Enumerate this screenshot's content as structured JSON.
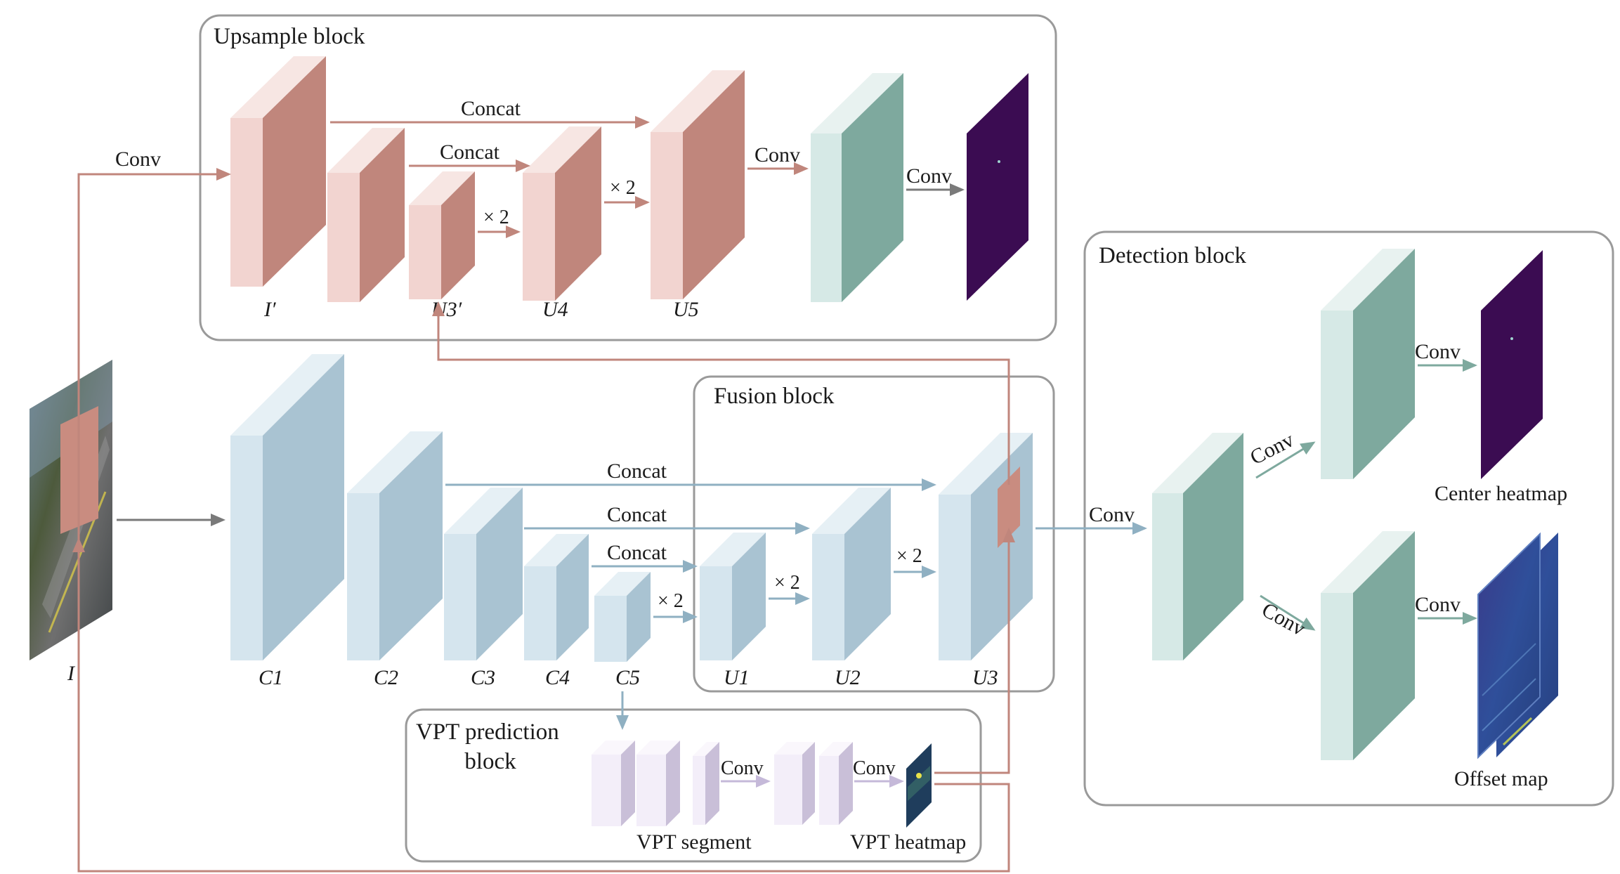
{
  "blocks": {
    "upsample": "Upsample block",
    "fusion": "Fusion block",
    "detection": "Detection block",
    "vpt_line1": "VPT prediction",
    "vpt_line2": "block"
  },
  "labels": {
    "I": "I",
    "I_prime": "I′",
    "U3_prime": "U3′",
    "U4": "U4",
    "U5": "U5",
    "C1": "C1",
    "C2": "C2",
    "C3": "C3",
    "C4": "C4",
    "C5": "C5",
    "U1": "U1",
    "U2": "U2",
    "U3": "U3"
  },
  "ops": {
    "conv": "Conv",
    "concat": "Concat",
    "x2": "× 2"
  },
  "outputs": {
    "center_heatmap": "Center heatmap",
    "offset_map": "Offset map",
    "vpt_segment": "VPT segment",
    "vpt_heatmap": "VPT heatmap"
  },
  "colors": {
    "pink_front": "#f2d4d0",
    "pink_side": "#c0867c",
    "pink_top": "#f7e6e3",
    "blue_front": "#d5e5ee",
    "blue_side": "#a9c3d2",
    "blue_top": "#e6f0f5",
    "teal_front": "#d6e9e6",
    "teal_side": "#7ea99e",
    "teal_top": "#e8f2f0",
    "lav_front": "#f3eef9",
    "lav_side": "#c9bfd8",
    "lav_top": "#faf7fc",
    "heatmap_dark": "#3b0c52",
    "arrow_pink": "#c0867c",
    "arrow_blue": "#8fb0c2",
    "arrow_teal": "#7ea99e",
    "arrow_gray": "#7a7a7a",
    "arrow_lav": "#c5b9d9",
    "block_border": "#9a9a9a"
  }
}
